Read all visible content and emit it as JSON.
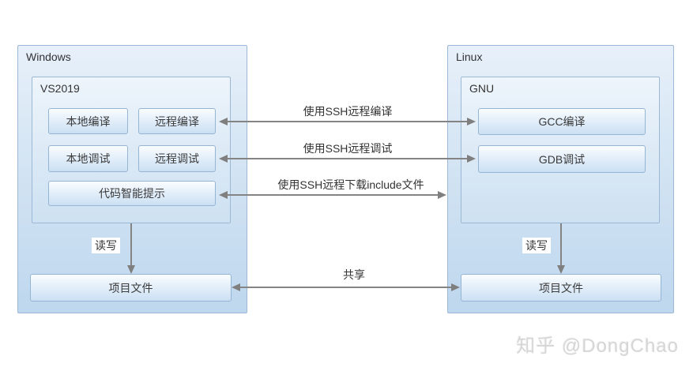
{
  "left_panel": {
    "title": "Windows",
    "inner": {
      "title": "VS2019",
      "buttons": [
        {
          "label": "本地编译"
        },
        {
          "label": "远程编译"
        },
        {
          "label": "本地调试"
        },
        {
          "label": "远程调试"
        },
        {
          "label": "代码智能提示"
        }
      ]
    },
    "rw_label": "读写",
    "project_box": "项目文件"
  },
  "right_panel": {
    "title": "Linux",
    "inner": {
      "title": "GNU",
      "buttons": [
        {
          "label": "GCC编译"
        },
        {
          "label": "GDB调试"
        }
      ]
    },
    "rw_label": "读写",
    "project_box": "项目文件"
  },
  "connections": {
    "ssh_compile": "使用SSH远程编译",
    "ssh_debug": "使用SSH远程调试",
    "ssh_include": "使用SSH远程下载include文件",
    "share": "共享"
  },
  "watermark": "知乎 @DongChao",
  "colors": {
    "panel_fill_top": "#e7f0fa",
    "panel_fill_bottom": "#bed7ee",
    "panel_border": "#9bb8d5",
    "button_fill_top": "#fafdfe",
    "button_fill_bottom": "#cbe0f3",
    "arrow": "#7f7f7f",
    "text": "#3a3a3a",
    "watermark_text": "#d6d6d6"
  }
}
